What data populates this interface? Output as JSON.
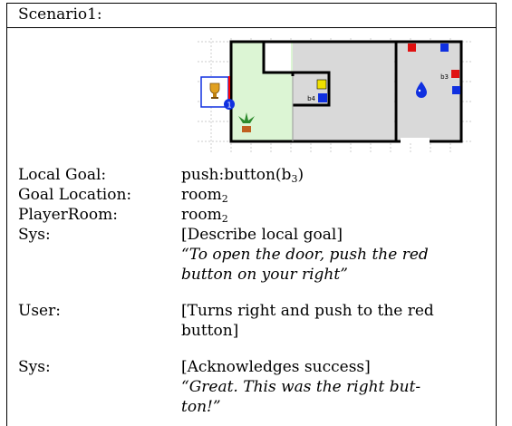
{
  "header": {
    "title": "Scenario1:"
  },
  "map": {
    "colors": {
      "green_room": "#dcf5d4",
      "grey_room": "#d9d9d9",
      "wall": "#000000",
      "red_button": "#e01010",
      "blue_button": "#1030e0",
      "yellow_button": "#f0e000",
      "door_marker": "#ff0000"
    },
    "labels": {
      "b4": "b4",
      "b3": "b3",
      "player_marker": "1"
    },
    "icons": [
      "trophy-icon",
      "player-icon",
      "plant-icon",
      "droplet-icon"
    ]
  },
  "rows": [
    {
      "label": "Local Goal:",
      "value": "push:button(b",
      "sub": "3",
      "tail": ")"
    },
    {
      "label": "Goal Location:",
      "value": "room",
      "sub": "2"
    },
    {
      "label": "PlayerRoom:",
      "value": "room",
      "sub": "2"
    }
  ],
  "dialog": [
    {
      "speaker": "Sys:",
      "action": "[Describe local goal]",
      "quote_lines": [
        "“To open the door, push the red",
        "button on your right”"
      ]
    },
    {
      "speaker": "User:",
      "action_lines": [
        "[Turns right and push to the red",
        "button]"
      ]
    },
    {
      "speaker": "Sys:",
      "action": "[Acknowledges success]",
      "quote_lines": [
        "“Great.  This was the right but-",
        "ton!”"
      ]
    }
  ]
}
